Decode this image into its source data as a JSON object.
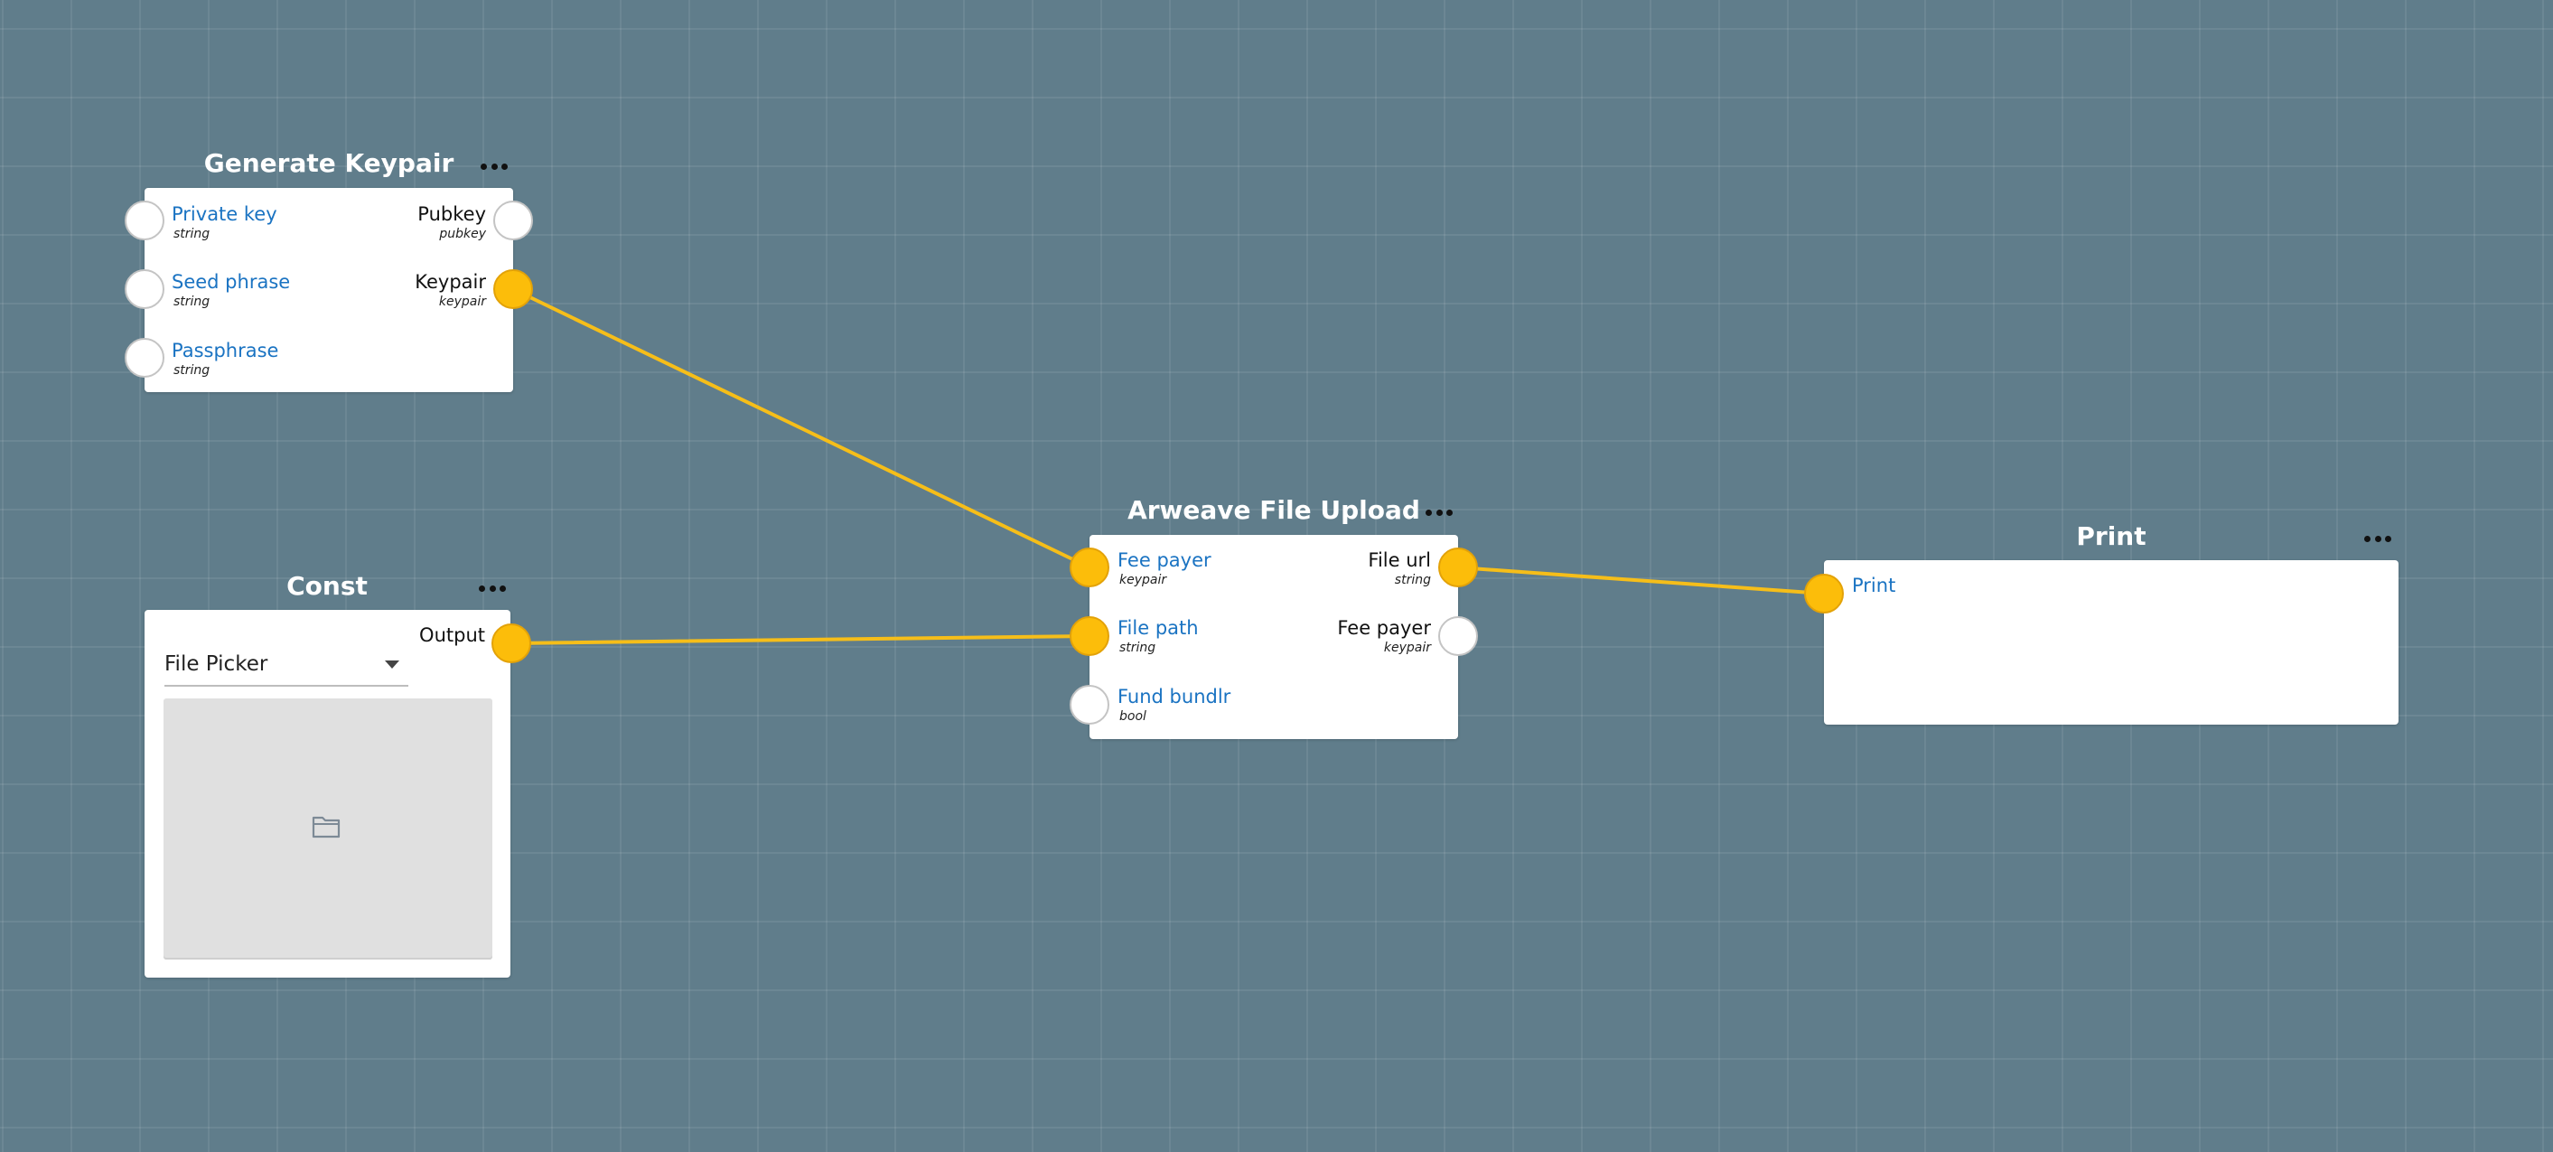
{
  "colors": {
    "canvas": "#607d8b",
    "node_body": "#ffffff",
    "connection": "#f6be19",
    "port_connected": "#fcbd0a",
    "port_label": "#1a73c2"
  },
  "menu_icon": "more-horizontal-icon",
  "folder_icon": "folder-icon",
  "nodes": {
    "generate_keypair": {
      "title": "Generate Keypair",
      "inputs": [
        {
          "name": "Private key",
          "type": "string"
        },
        {
          "name": "Seed phrase",
          "type": "string"
        },
        {
          "name": "Passphrase",
          "type": "string"
        }
      ],
      "outputs": [
        {
          "name": "Pubkey",
          "type": "pubkey"
        },
        {
          "name": "Keypair",
          "type": "keypair"
        }
      ]
    },
    "const": {
      "title": "Const",
      "outputs": [
        {
          "name": "Output"
        }
      ],
      "select_value": "File Picker"
    },
    "arweave": {
      "title": "Arweave File Upload",
      "inputs": [
        {
          "name": "Fee payer",
          "type": "keypair"
        },
        {
          "name": "File path",
          "type": "string"
        },
        {
          "name": "Fund bundlr",
          "type": "bool"
        }
      ],
      "outputs": [
        {
          "name": "File url",
          "type": "string"
        },
        {
          "name": "Fee payer",
          "type": "keypair"
        }
      ]
    },
    "print": {
      "title": "Print",
      "inputs": [
        {
          "name": "Print"
        }
      ]
    }
  },
  "connections": [
    {
      "from": "Generate Keypair.Keypair",
      "to": "Arweave File Upload.Fee payer"
    },
    {
      "from": "Const.Output",
      "to": "Arweave File Upload.File path"
    },
    {
      "from": "Arweave File Upload.File url",
      "to": "Print.Print"
    }
  ]
}
